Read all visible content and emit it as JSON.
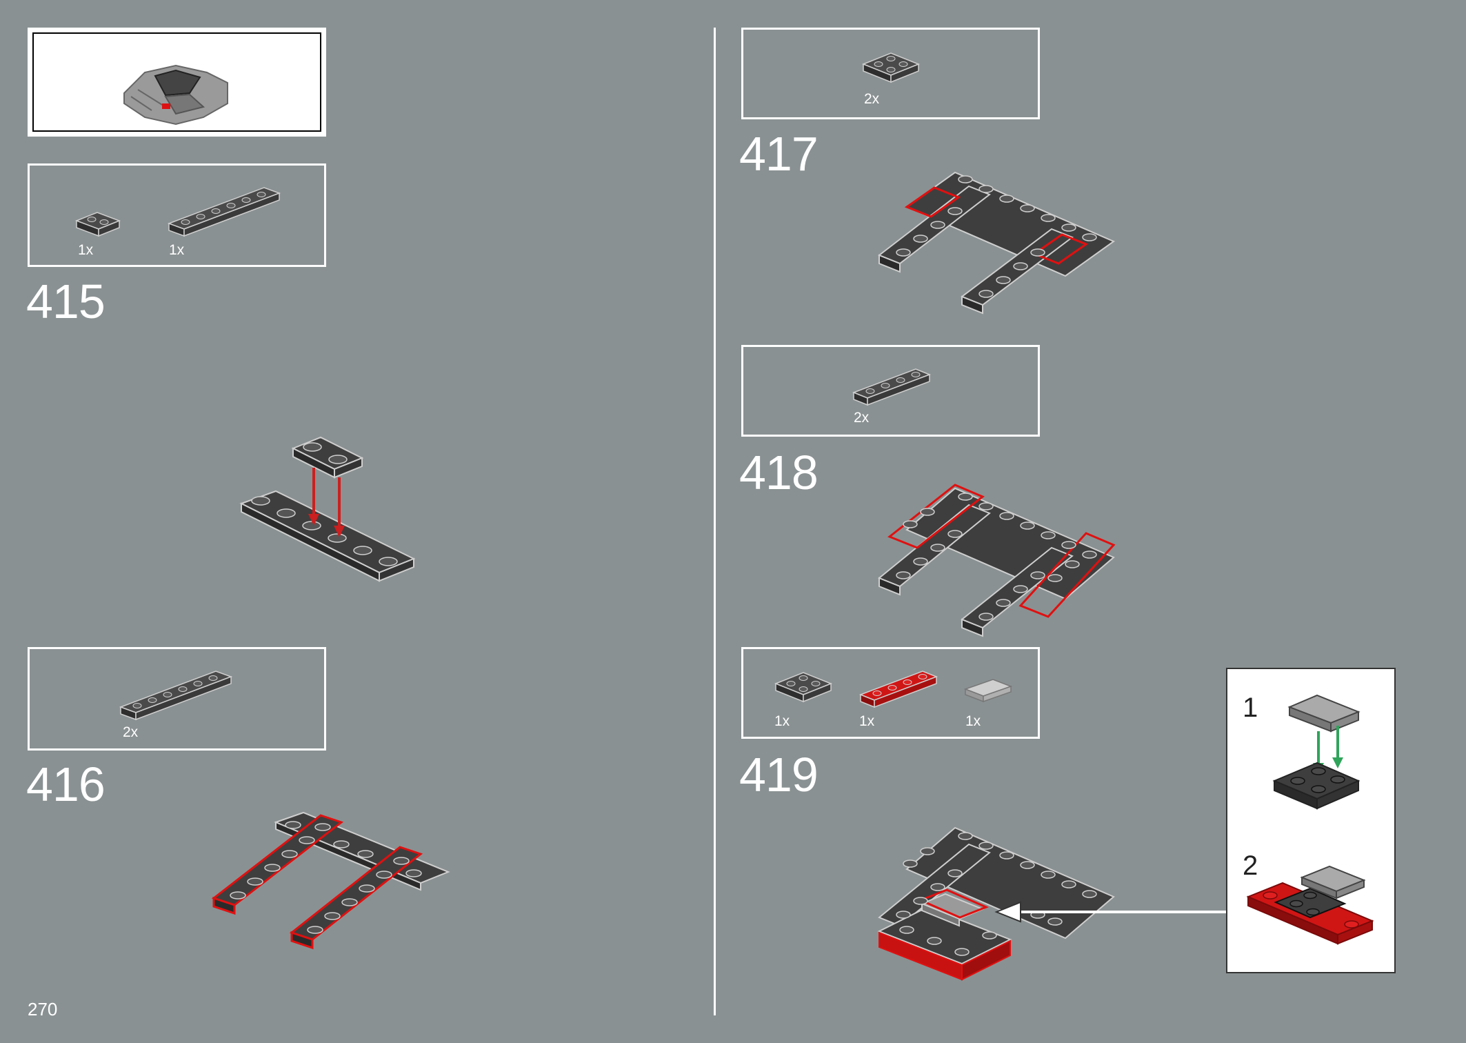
{
  "page": {
    "number": "270",
    "background": "#8a9192"
  },
  "steps": [
    {
      "number": "415",
      "parts": [
        {
          "qty": "1x",
          "part": "plate-1x2-dark-gray"
        },
        {
          "qty": "1x",
          "part": "plate-1x6-dark-gray"
        }
      ]
    },
    {
      "number": "416",
      "parts": [
        {
          "qty": "2x",
          "part": "plate-1x6-dark-gray"
        }
      ]
    },
    {
      "number": "417",
      "parts": [
        {
          "qty": "2x",
          "part": "plate-2x2-dark-gray"
        }
      ]
    },
    {
      "number": "418",
      "parts": [
        {
          "qty": "2x",
          "part": "plate-1x4-dark-gray"
        }
      ]
    },
    {
      "number": "419",
      "parts": [
        {
          "qty": "1x",
          "part": "plate-2x2-dark-gray"
        },
        {
          "qty": "1x",
          "part": "plate-1x4-red"
        },
        {
          "qty": "1x",
          "part": "tile-1x2-light-gray"
        }
      ]
    }
  ],
  "callout": {
    "substeps": [
      {
        "number": "1"
      },
      {
        "number": "2"
      }
    ]
  },
  "colors": {
    "brick_dark": "#3a3a3a",
    "brick_top": "#4a4a4a",
    "outline_light": "#cfcfcf",
    "highlight": "#e01010",
    "arrow_red": "#cc1f1f",
    "arrow_green": "#2fa45a",
    "tile_gray": "#8c8c8c"
  }
}
